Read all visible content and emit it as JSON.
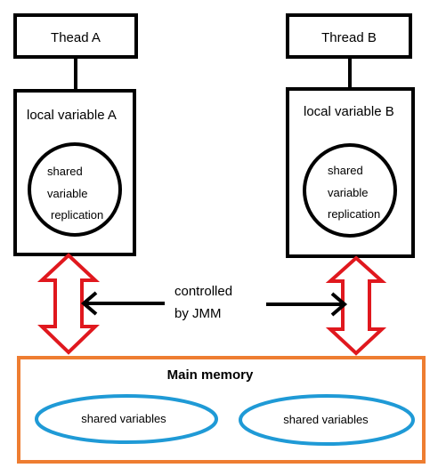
{
  "thread_a": {
    "title": "Thead A",
    "local_variable": "local variable A",
    "shared_lines": [
      "shared",
      "variable",
      "replication"
    ]
  },
  "thread_b": {
    "title": "Thread B",
    "local_variable": "local variable B",
    "shared_lines": [
      "shared",
      "variable",
      "replication"
    ]
  },
  "controller": {
    "lines": [
      "controlled",
      "by JMM"
    ]
  },
  "main_memory": {
    "title": "Main memory",
    "variables": [
      "shared variables",
      "shared variables"
    ]
  },
  "colors": {
    "outline": "#000000",
    "transfer_arrow": "#e0181e",
    "main_memory_border": "#ee7d31",
    "shared_variable_ellipse": "#1f9ad6"
  }
}
